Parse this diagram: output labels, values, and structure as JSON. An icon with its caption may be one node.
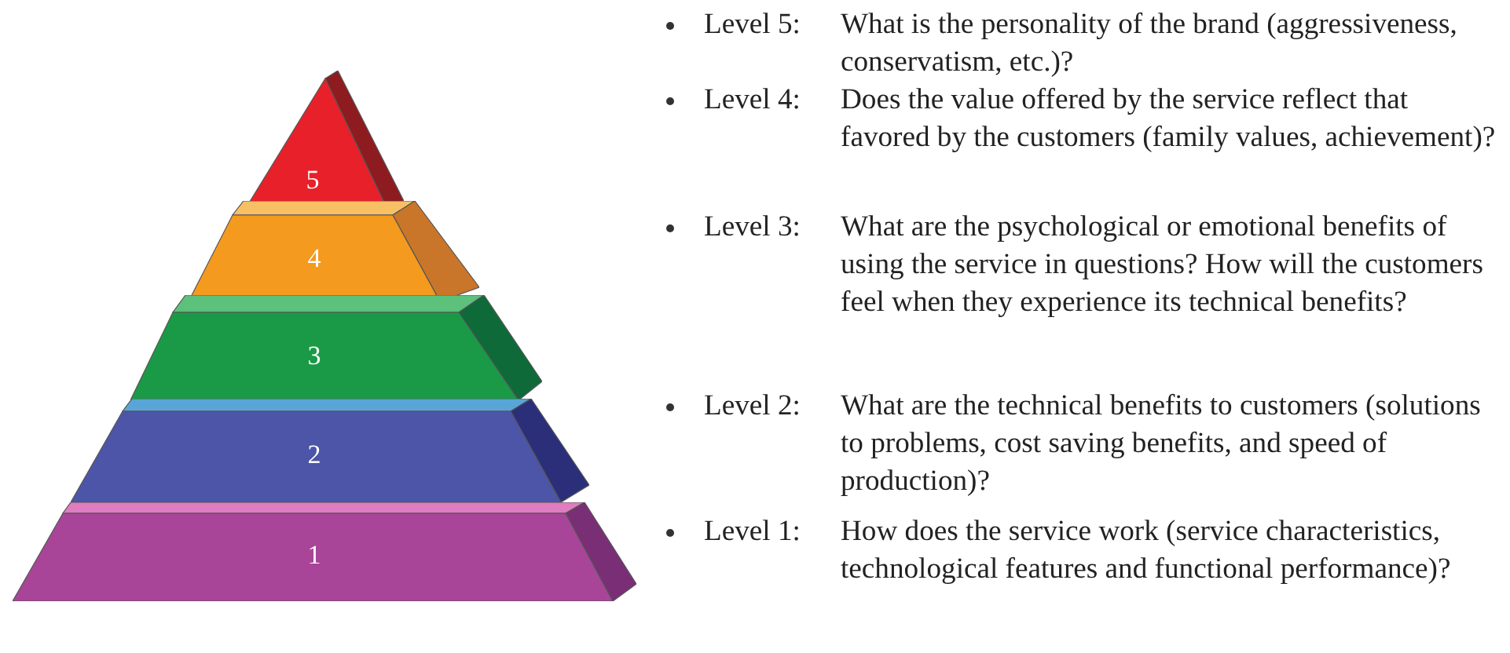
{
  "diagram": {
    "nodes": [
      {
        "text": [
          "5"
        ]
      },
      {
        "text": [
          "4"
        ]
      },
      {
        "text": [
          "3"
        ]
      },
      {
        "text": [
          "2"
        ]
      },
      {
        "text": [
          "1"
        ]
      }
    ],
    "labels": [
      "Level 5:",
      "What is the personality of the brand (aggressiveness, conservatism, etc.)?",
      "Level 4:",
      "Does the value offered by the service reflect that favored by the customers (family values, achievement)?",
      "Level 3:",
      "What are the psychological or emotional benefits of using the service in questions? How will the customers feel when they experience its technical benefits?",
      "Level 2:",
      "What are the technical benefits to customers (solutions to problems, cost saving benefits, and speed of production)?",
      "Level 1:",
      "How does the service work (service characteristics, technological features and functional performance)?"
    ]
  }
}
